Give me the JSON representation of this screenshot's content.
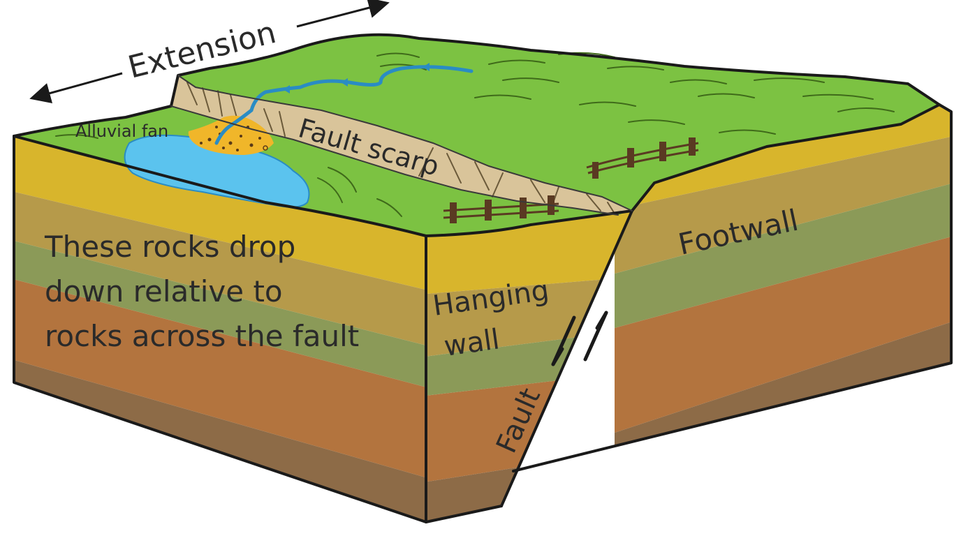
{
  "labels": {
    "extension": "Extension",
    "alluvial_fan": "Alluvial fan",
    "fault_scarp": "Fault scarp",
    "footwall": "Footwall",
    "hanging_wall_line1": "Hanging",
    "hanging_wall_line2": "wall",
    "fault": "Fault",
    "rocks_drop_line1": "These rocks drop",
    "rocks_drop_line2": "down relative to",
    "rocks_drop_line3": "rocks across the fault"
  },
  "colors": {
    "ground": "#7cc242",
    "scarp": "#d9c49a",
    "lake": "#5bc3ee",
    "river": "#2a8cc4",
    "fan": "#f0b62a",
    "layer_yellow": "#d8b52c",
    "layer_tan": "#b69a4a",
    "layer_olive": "#8b9a58",
    "layer_orange": "#b3743e",
    "layer_brown": "#8d6b47",
    "fence": "#5a3a22"
  }
}
